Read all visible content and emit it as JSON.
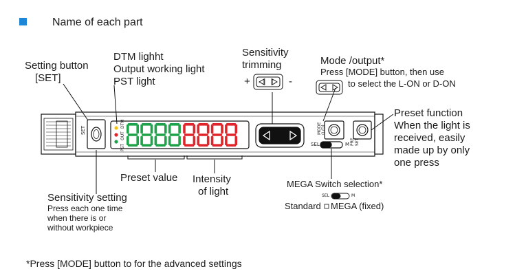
{
  "heading": {
    "title": "Name of each part",
    "accent_color": "#1e86d6"
  },
  "labels": {
    "setting_button": [
      "Setting button",
      "[SET]"
    ],
    "dtm_light": [
      "DTM lighht",
      "Output working light",
      "PST light"
    ],
    "sensitivity_trimming": [
      "Sensitivity",
      "trimming"
    ],
    "trim_plus": "+",
    "trim_minus": "-",
    "mode_output": [
      "Mode /output*",
      "Press [MODE] button, then use",
      "to select the L-ON or D-ON"
    ],
    "preset_function": [
      "Preset function",
      "When the light is",
      "received, easily",
      "made up by only",
      "one press"
    ],
    "preset_value": "Preset value",
    "intensity": [
      "Intensity",
      "of light"
    ],
    "sensitivity_setting": [
      "Sensitivity setting",
      "Press each one time",
      "when there is or",
      "without workpiece"
    ],
    "mega_switch": [
      "MEGA Switch selection*",
      "Standard",
      "MEGA (fixed)"
    ],
    "footnote": "*Press [MODE] button to for the advanced settings"
  },
  "device": {
    "set_label": "SET",
    "indicator_labels": [
      "PST",
      "OUT",
      "DTM"
    ],
    "green_digits": "8888",
    "red_digits": "8888",
    "green_color": "#1fa34a",
    "red_color": "#e0262b",
    "mode_label": [
      "MODE",
      "(L/D)"
    ],
    "sel_label": "SEL",
    "m_label": "M",
    "preset_label": [
      "PRE",
      "SET"
    ],
    "mini_sel": "SEL",
    "mini_m": "M"
  }
}
